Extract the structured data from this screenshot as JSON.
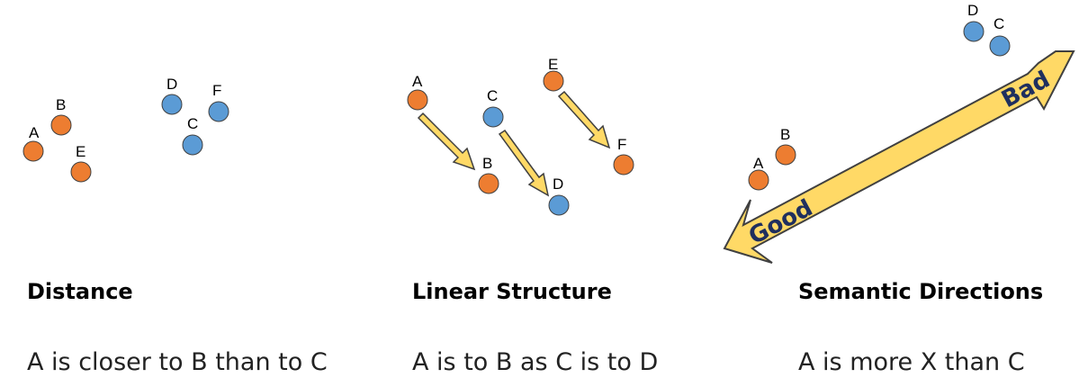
{
  "colors": {
    "orange": "#ED7D31",
    "blue": "#5B9BD5",
    "arrow_fill": "#FFD966",
    "arrow_stroke": "#404040",
    "navy": "#1F2F5E"
  },
  "panels": [
    {
      "title": "Distance",
      "caption": "A is closer to B than to C",
      "points": [
        {
          "label": "A",
          "color": "orange"
        },
        {
          "label": "B",
          "color": "orange"
        },
        {
          "label": "E",
          "color": "orange"
        },
        {
          "label": "D",
          "color": "blue"
        },
        {
          "label": "F",
          "color": "blue"
        },
        {
          "label": "C",
          "color": "blue"
        }
      ]
    },
    {
      "title": "Linear Structure",
      "caption": "A is to B as C is to D",
      "points": [
        {
          "label": "A",
          "color": "orange"
        },
        {
          "label": "B",
          "color": "orange"
        },
        {
          "label": "C",
          "color": "blue"
        },
        {
          "label": "D",
          "color": "blue"
        },
        {
          "label": "E",
          "color": "orange"
        },
        {
          "label": "F",
          "color": "orange"
        }
      ]
    },
    {
      "title": "Semantic Directions",
      "caption": "A is more X than C",
      "points": [
        {
          "label": "A",
          "color": "orange"
        },
        {
          "label": "B",
          "color": "orange"
        },
        {
          "label": "D",
          "color": "blue"
        },
        {
          "label": "C",
          "color": "blue"
        }
      ],
      "arrow_labels": {
        "low": "Good",
        "high": "Bad"
      }
    }
  ]
}
